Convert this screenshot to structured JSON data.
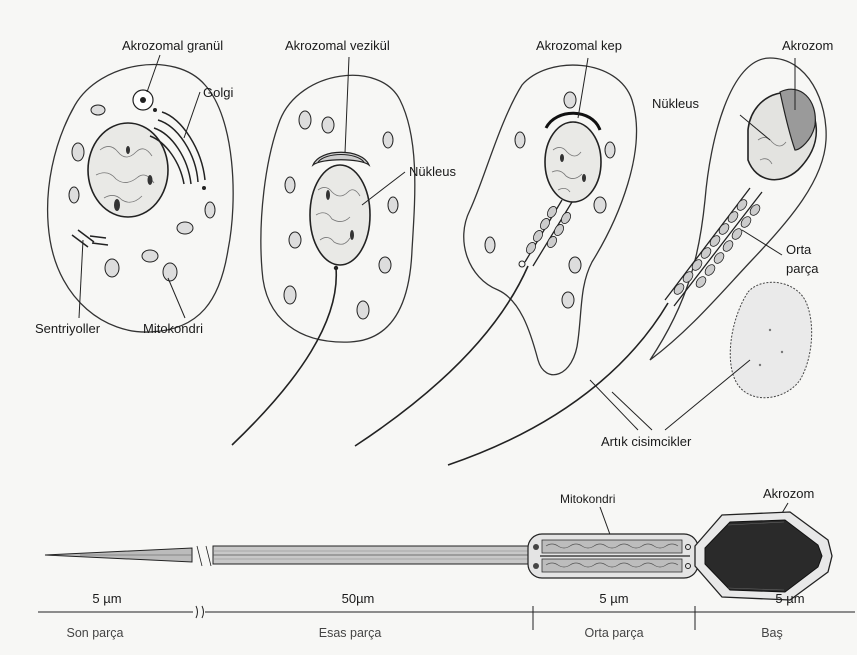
{
  "labels": {
    "akrozomal_granul": "Akrozomal granül",
    "akrozomal_vezikul": "Akrozomal vezikül",
    "akrozomal_kep": "Akrozomal kep",
    "akrozom_top": "Akrozom",
    "golgi": "Golgi",
    "nukleus_1": "Nükleus",
    "nukleus_2": "Nükleus",
    "orta": "Orta",
    "parca": "parça",
    "sentriyoller": "Sentriyoller",
    "mitokondri_top": "Mitokondri",
    "artik_cisimcikler": "Artık cisimcikler",
    "mitokondri_bottom": "Mitokondri",
    "akrozom_bottom": "Akrozom"
  },
  "scale": {
    "segments": [
      {
        "measure": "5 µm",
        "name": "Son parça"
      },
      {
        "measure": "50µm",
        "name": "Esas parça"
      },
      {
        "measure": "5 µm",
        "name": "Orta parça"
      },
      {
        "measure": "5 µm",
        "name": "Baş"
      }
    ]
  }
}
